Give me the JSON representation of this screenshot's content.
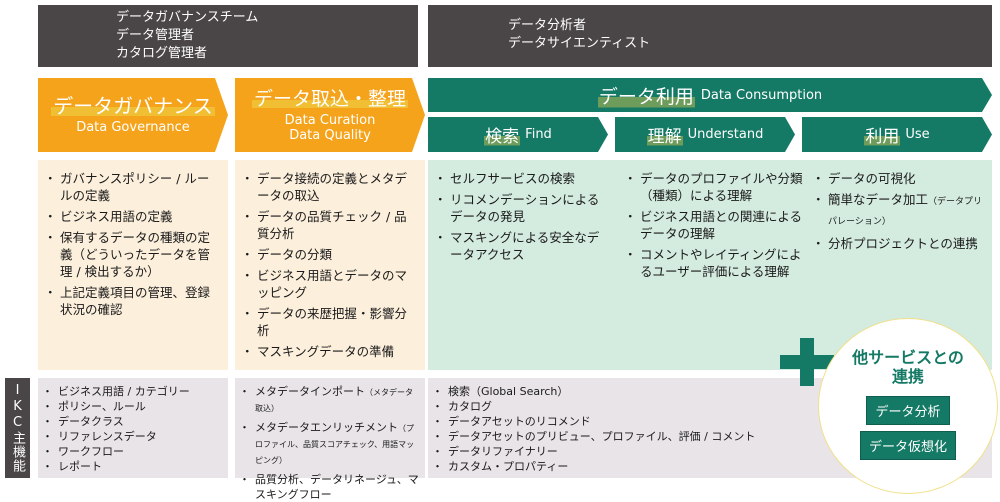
{
  "colors": {
    "dark": "#4a4546",
    "orange": "#f5a31a",
    "green": "#157a65",
    "cream": "#fcefdc",
    "mint": "#d4ebe0",
    "gray": "#e8e4e7"
  },
  "roles": {
    "left": [
      "データガバナンスチーム",
      "データ管理者",
      "カタログ管理者"
    ],
    "right": [
      "データ分析者",
      "データサイエンティスト"
    ]
  },
  "phases": {
    "governance": {
      "ja": "データガバナンス",
      "en": "Data Governance"
    },
    "curation": {
      "ja": "データ取込・整理",
      "en1": "Data Curation",
      "en2": "Data Quality"
    },
    "consumption": {
      "ja": "データ利用",
      "en": "Data Consumption",
      "sub": [
        {
          "ja": "検索",
          "en": "Find"
        },
        {
          "ja": "理解",
          "en": "Understand"
        },
        {
          "ja": "利用",
          "en": "Use"
        }
      ]
    }
  },
  "activities": {
    "governance": [
      "ガバナンスポリシー / ルールの定義",
      "ビジネス用語の定義",
      "保有するデータの種類の定義（どういったデータを管理 / 検出するか）",
      "上記定義項目の管理、登録状況の確認"
    ],
    "curation": [
      "データ接続の定義とメタデータの取込",
      "データの品質チェック / 品質分析",
      "データの分類",
      "ビジネス用語とデータのマッピング",
      "データの来歴把握・影響分析",
      "マスキングデータの準備"
    ],
    "find": [
      "セルフサービスの検索",
      "リコメンデーションによるデータの発見",
      "マスキングによる安全なデータアクセス"
    ],
    "understand": [
      "データのプロファイルや分類（種類）による理解",
      "ビジネス用語との関連によるデータの理解",
      "コメントやレイティングによるユーザー評価による理解"
    ],
    "use": [
      {
        "text": "データの可視化",
        "note": ""
      },
      {
        "text": "簡単なデータ加工",
        "note": "（データプリパレーション）"
      },
      {
        "text": "分析プロジェクトとの連携",
        "note": ""
      }
    ]
  },
  "ikc": {
    "label": "IKC主機能",
    "governance": [
      "ビジネス用語 / カテゴリー",
      "ポリシー、ルール",
      "データクラス",
      "リファレンスデータ",
      "ワークフロー",
      "レポート"
    ],
    "curation": [
      {
        "text": "メタデータインポート",
        "note": "（メタデータ取込）"
      },
      {
        "text": "メタデータエンリッチメント",
        "note": "（プロファイル、品質スコアチェック、用語マッピング）"
      },
      {
        "text": "品質分析、データリネージュ、マスキングフロー",
        "note": ""
      }
    ],
    "consumption": [
      "検索（Global Search）",
      "カタログ",
      "データアセットのリコメンド",
      "データアセットのプリビュー、プロファイル、評価 / コメント",
      "データリファイナリー",
      "カスタム・プロパティー"
    ]
  },
  "other_services": {
    "plus": "+",
    "title_line1": "他サービスとの",
    "title_line2": "連携",
    "buttons": [
      "データ分析",
      "データ仮想化"
    ]
  }
}
